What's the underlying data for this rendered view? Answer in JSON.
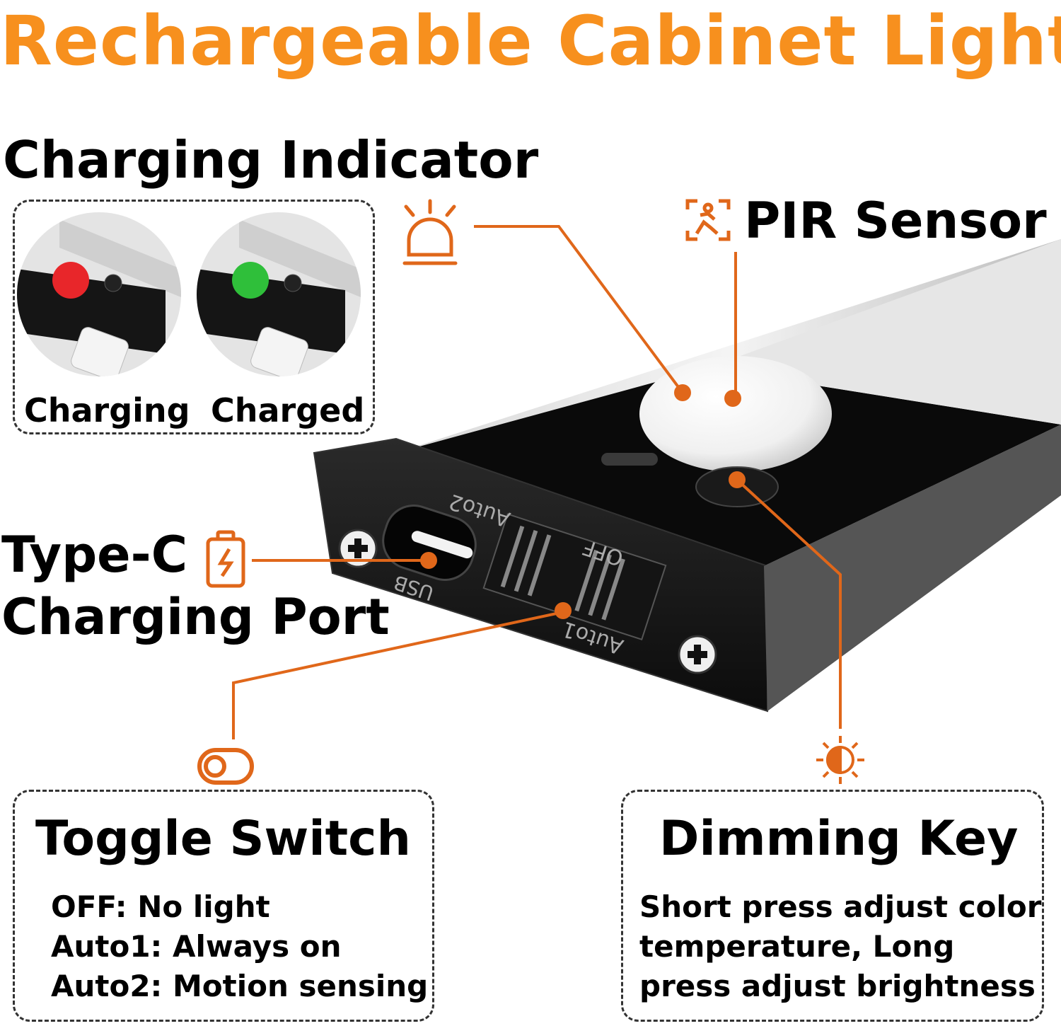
{
  "title": "Rechargeable Cabinet Light",
  "charging_indicator": {
    "heading": "Charging Indicator",
    "states": [
      {
        "label": "Charging",
        "led_color": "#E8262A"
      },
      {
        "label": "Charged",
        "led_color": "#2FBF3A"
      }
    ]
  },
  "pir_sensor": {
    "heading": "PIR Sensor"
  },
  "type_c": {
    "heading_line1": "Type-C",
    "heading_line2": "Charging Port"
  },
  "device_markings": {
    "usb": "USB",
    "auto2": "Auto2",
    "off": "OFF",
    "auto1": "Auto1"
  },
  "toggle_switch": {
    "heading": "Toggle Switch",
    "lines": [
      "OFF: No light",
      "Auto1: Always on",
      "Auto2: Motion sensing"
    ]
  },
  "dimming_key": {
    "heading": "Dimming Key",
    "lines": [
      "Short press adjust color",
      "temperature, Long",
      "press adjust brightness"
    ]
  },
  "icons": [
    "alarm-light-icon",
    "motion-sensor-icon",
    "battery-charging-icon",
    "toggle-icon",
    "brightness-icon"
  ],
  "colors": {
    "accent": "#F7901E",
    "callout": "#E0671A"
  }
}
